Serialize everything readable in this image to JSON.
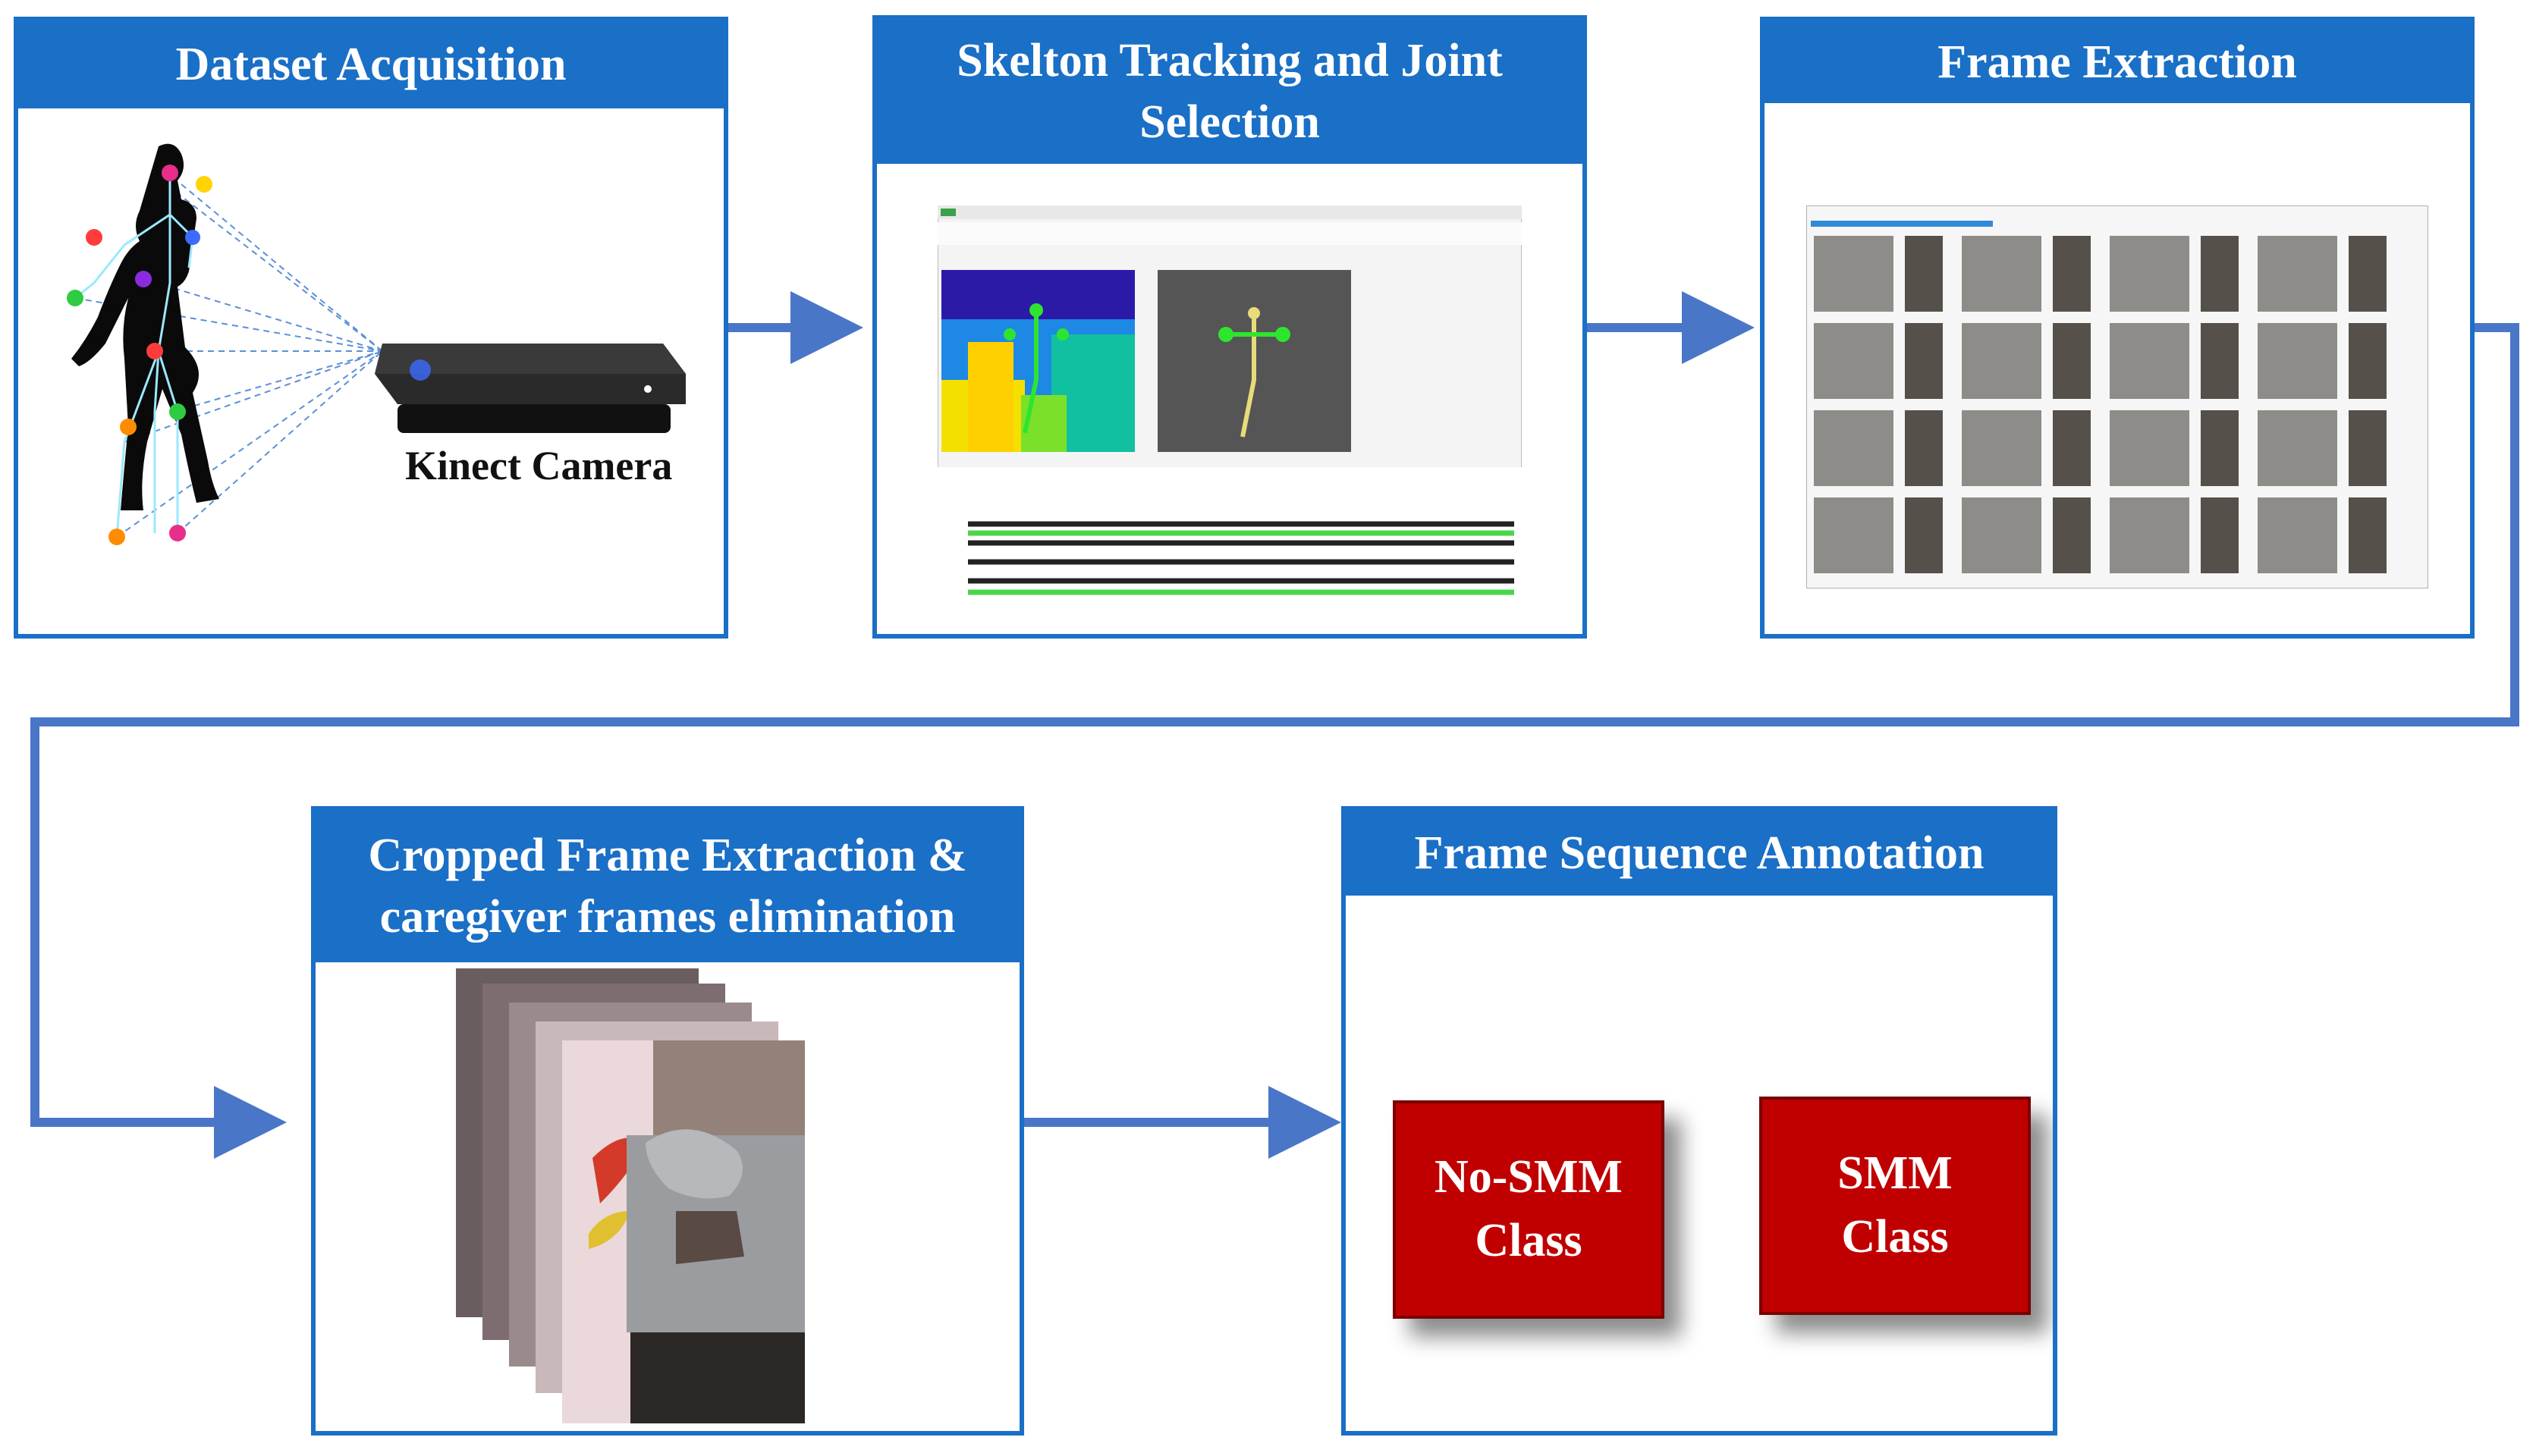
{
  "stages": {
    "dataset_acquisition": {
      "title": "Dataset Acquisition",
      "camera_label": "Kinect Camera"
    },
    "skeleton_tracking": {
      "title_line1": "Skelton  Tracking and Joint",
      "title_line2": "Selection"
    },
    "frame_extraction": {
      "title": "Frame Extraction"
    },
    "cropped_frame_extraction": {
      "title_line1": "Cropped Frame Extraction &",
      "title_line2": "caregiver frames elimination"
    },
    "frame_sequence_annotation": {
      "title": "Frame Sequence Annotation",
      "classes": [
        {
          "line1": "No-SMM",
          "line2": "Class"
        },
        {
          "line1": "SMM",
          "line2": "Class"
        }
      ]
    }
  },
  "colors": {
    "stage_blue": "#1a6fc6",
    "class_red": "#c00000"
  },
  "icons": [
    "kinect-camera-icon",
    "human-skeleton-icon",
    "depth-map-icon",
    "skeleton-figure-icon",
    "frame-grid-icon",
    "cropped-frame-stack-icon"
  ]
}
